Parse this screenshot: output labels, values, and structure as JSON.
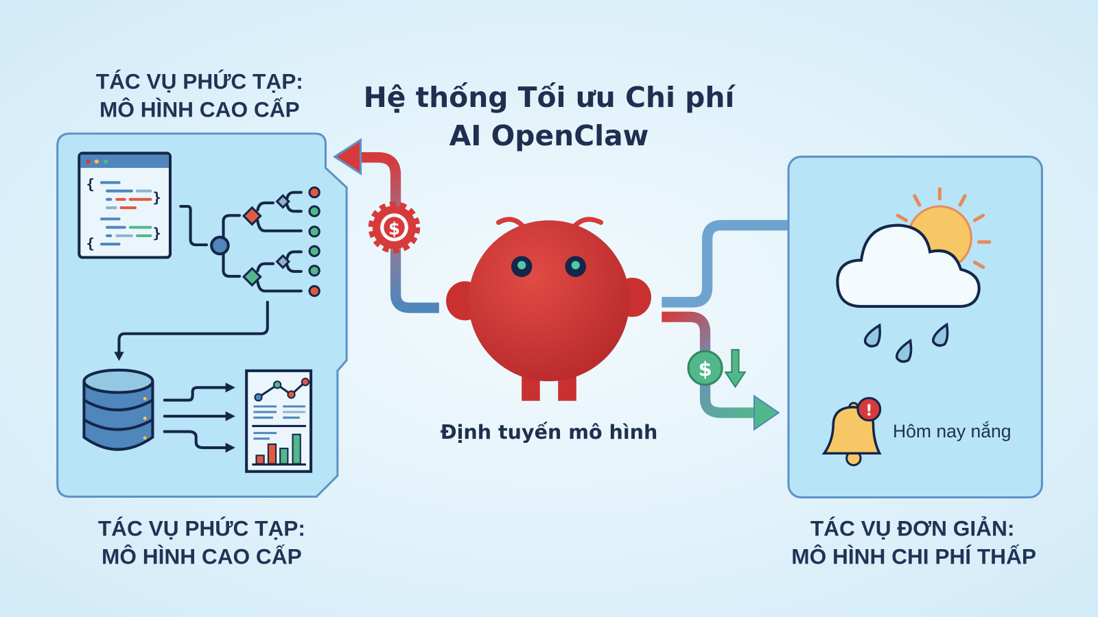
{
  "title": {
    "line1": "Hệ thống Tối ưu Chi phí",
    "line2": "AI OpenClaw"
  },
  "complex_task_top": {
    "line1": "TÁC VỤ PHỨC TẠP:",
    "line2": "MÔ HÌNH CAO CẤP"
  },
  "complex_task_bottom": {
    "line1": "TÁC VỤ PHỨC TẠP:",
    "line2": "MÔ HÌNH CAO CẤP"
  },
  "simple_task": {
    "line1": "TÁC VỤ ĐƠN GIẢN:",
    "line2": "MÔ HÌNH CHI PHÍ THẤP"
  },
  "router": {
    "label": "Định tuyến mô hình"
  },
  "notification": {
    "text": "Hôm nay nắng",
    "badge": "!"
  },
  "cost_symbol": "$",
  "colors": {
    "accent_red": "#d63a3a",
    "blue": "#4f86bb",
    "green": "#52b78a",
    "panel": "#b8e4f7",
    "navy": "#14264a"
  }
}
